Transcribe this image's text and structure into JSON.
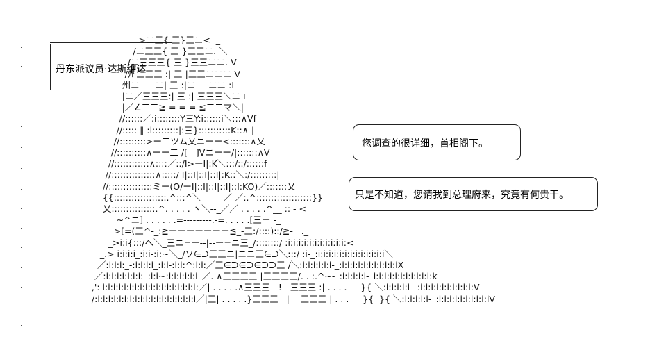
{
  "name_box": {
    "label": "丹东派议员·达斯维达"
  },
  "speech": [
    {
      "text": "您调查的很详细，首相阁下。"
    },
    {
      "text": "只是不知道，您请我到总理府来，究竟有何贵干。"
    }
  ],
  "ascii_art": {
    "lines": [
      "                    >ニ三{ 三}三ニ<  _",
      "                  /ニ三三{ 三 }三三ニ. ＼",
      "                /ニ三三三{ 三 }三三ニニ. V",
      "               /州三三三 :| 三 |三三ニニニ V",
      "              州ニ ___ニ| 三 :|ニ___ニニ :L",
      "              |ニ／三三三:| 三 :| 三三三＼ニ ı",
      "              |／∠二二≧ = = = ≦二二マ＼|",
      "             //::::::／:i::::::::Y三Y:i::::::i＼:::∧Vf",
      "            //::::: ‖ :i:::::::::|:三}:::::::::::K::∧ |",
      "           //:::::::::>ー二ツム乂ニーー<:::::::∧乂",
      "          //::::::::::∧ーー二 /[   ]Vニーー/|:::::::∧V",
      "         //::::::::::::∧::::／::/I>ーI|:K＼:::/::/::::::f",
      "        //:::::::::::::::∧:::::/ I|::I|::I|::I|:K::＼:/:::::::::|",
      "       //:::::::::::::::ミー(O/ーI|::I|::I|::I|::I:KO)／:::::::乂",
      "       {{::::::::::::::::::.^:::^＼        ／ ／:.^:::::::::::::::::::}}",
      "       乂:::::::::::::::.^. . . . . ヽ＼--_／／ . . . . .^__ :: - <",
      "            ~^ニ] . . . . . .=---------.-=. . . . .[三ー -_",
      "           >[=(三^-_:≧ーーーーーーー≦_-三:/::::)::/≧-   ._",
      "         _>i:i{:::/へ＼_三ニ=ー--|--ー=ニ三_/::::::::/ :i:i:i:i:i:i:i:i:i:i:i:<",
      "      _.> i:i:i:i_:i:i-:i:~＼_/ソ∈∋三三ニ|ニニ三∈∋＼:::/ :i-_:i:i:i:i:i:i:i:i:i:i:i:i:i＼",
      "     ／:i:i:i:_-:i:i:i:i_:i:i-:i:i:^:i:i:／三∈∋∈∋∈∋∋三 /＼:i:i:i:i:i:i-_:i:i:i:i:i:i:i:i:i:i:iX",
      "    ／:i:i:i:i:i:i:i:_:i:i~:i:i:i:i:i:i_／. ∧三三三三 |三三三三/. . :.^~-_:i:i:i:i:i-_i:i:i:i:i:i:i:i:i:i:i:k",
      "   ,': i:i:i:i:i:i:i:i:i:i:i:i:i:i:i:i:i:i:／| . . . . .∧三三三   !   三三三 :| . . . .     }{ ＼:i:i:i:i:i-_:i:i:i:i:i:i:i:i:i:i:V",
      "   /:i:i:i:i:i:i:i:i:i:i:i:i:i:i:i:i:i:i:i／|三| . . . . .}三三三   |    三三三 | . . .     }{  }{ ＼:i:i:i:i:i-_:i:i:i:i:i:i:i:i:i:iV"
    ]
  }
}
